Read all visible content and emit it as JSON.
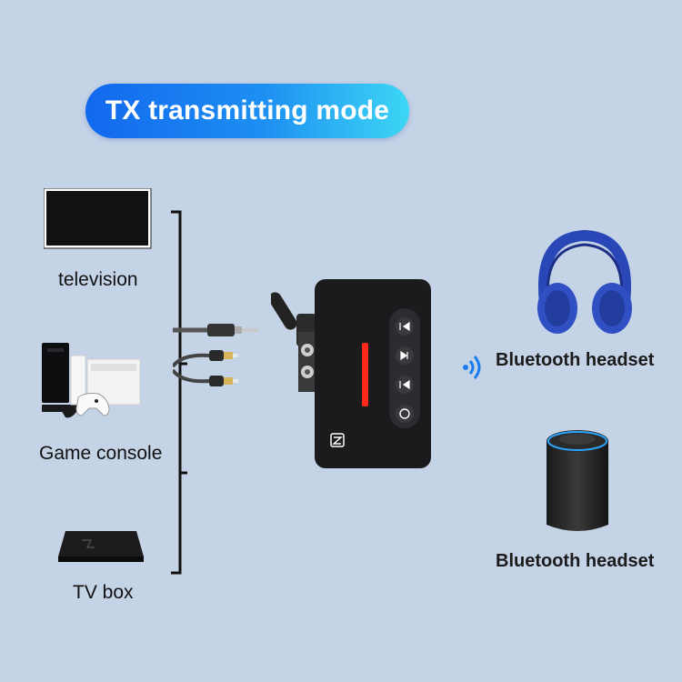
{
  "title": "TX transmitting mode",
  "sources": [
    {
      "label": "television",
      "icon": "television-icon"
    },
    {
      "label": "Game console",
      "icon": "game-console-icon"
    },
    {
      "label": "TV box",
      "icon": "tv-box-icon"
    }
  ],
  "outputs": [
    {
      "label": "Bluetooth headset",
      "icon": "headphones-icon"
    },
    {
      "label": "Bluetooth headset",
      "icon": "speaker-icon"
    }
  ],
  "colors": {
    "background": "#c5d3e7",
    "title_gradient_start": "#1268ee",
    "title_gradient_end": "#3dd6f4",
    "signal": "#1a7df0",
    "device_led": "#ff2a1a",
    "headphones": "#2a47b8"
  }
}
